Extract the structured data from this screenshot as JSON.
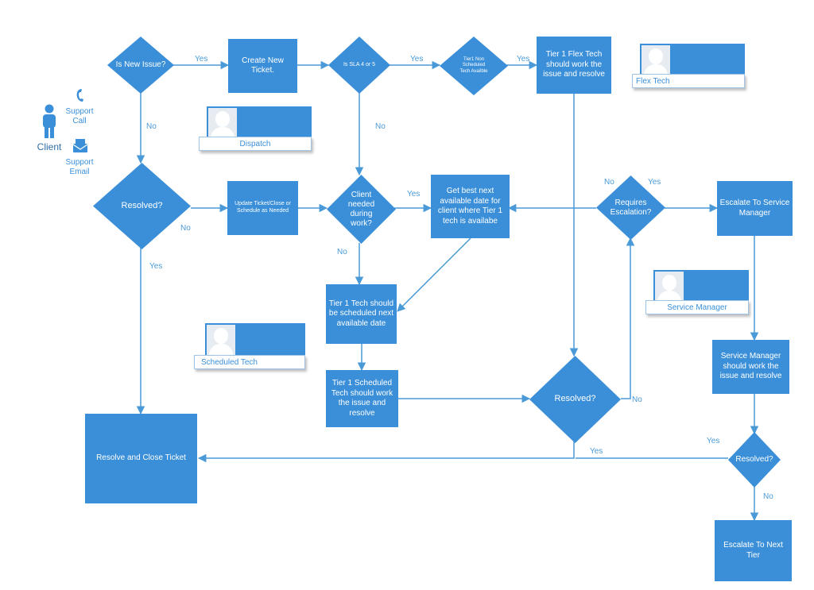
{
  "nodes": {
    "is_new_issue": "Is New Issue?",
    "create_ticket": "Create New Ticket.",
    "is_sla": "Is SLA 4 or 5",
    "tier1_non_sched": "Tier1 Non Scheduled Tech Availble",
    "tier1_flex": "Tier 1 Flex Tech should work the issue and resolve",
    "resolved_1": "Resolved?",
    "update_ticket": "Update Ticket/Close or Schedule as Needed",
    "client_needed": "Client needed during work?",
    "get_best_date": "Get best next available date for client where Tier 1 tech is availabe",
    "requires_escalation": "Requires Escalation?",
    "escalate_sm": "Escalate To Service Manager",
    "tier1_scheduled_next": "Tier 1 Tech should be scheduled next available date",
    "tier1_sched_work": "Tier 1 Scheduled Tech should work the issue and resolve",
    "resolved_2": "Resolved?",
    "resolve_close": "Resolve and Close Ticket",
    "sm_work": "Service Manager should work the issue and resolve",
    "resolved_3": "Resolved?",
    "escalate_next": "Escalate To Next Tier"
  },
  "edge_labels": {
    "yes": "Yes",
    "no": "No"
  },
  "roles": {
    "flex_tech": "Flex Tech",
    "dispatch": "Dispatch",
    "service_manager": "Service Manager",
    "scheduled_tech": "Scheduled Tech"
  },
  "client": {
    "label": "Client",
    "support_call": "Support Call",
    "support_email": "Support Email"
  },
  "colors": {
    "shape_fill": "#3a8fd8",
    "connector": "#4a9ad8",
    "text_on_shape": "#ffffff"
  }
}
